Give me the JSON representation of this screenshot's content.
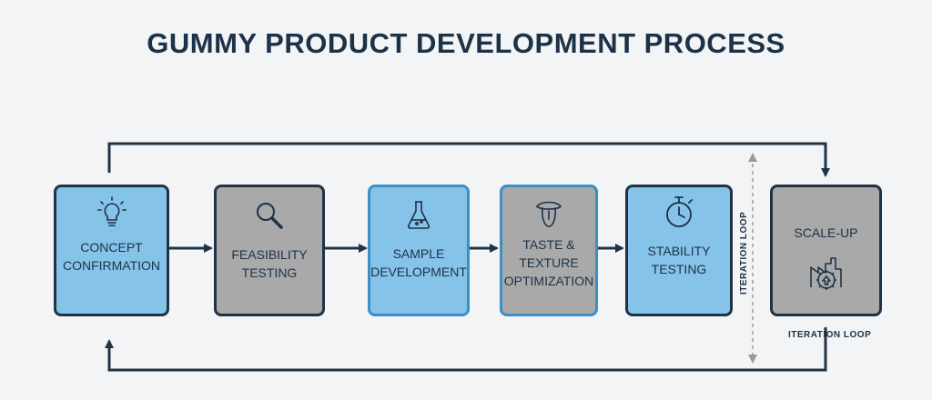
{
  "title": "GUMMY PRODUCT DEVELOPMENT PROCESS",
  "steps": [
    {
      "label": "CONCEPT\nCONFIRMATION",
      "icon": "lightbulb-icon"
    },
    {
      "label": "FEASIBILITY\nTESTING",
      "icon": "magnifier-icon"
    },
    {
      "label": "SAMPLE\nDEVELOPMENT",
      "icon": "flask-icon"
    },
    {
      "label": "TASTE &\nTEXTURE\nOPTIMIZATION",
      "icon": "tongue-icon"
    },
    {
      "label": "STABILITY\nTESTING",
      "icon": "stopwatch-icon"
    },
    {
      "label": "SCALE-UP",
      "icon": "factory-gear-icon"
    }
  ],
  "loop_label_vertical": "ITERATION LOOP",
  "loop_label_horizontal": "ITERATION LOOP",
  "colors": {
    "dark": "#1f3347",
    "blue": "#86c3e8",
    "gray": "#a9a9a9",
    "blue_border": "#3c8fc4"
  }
}
